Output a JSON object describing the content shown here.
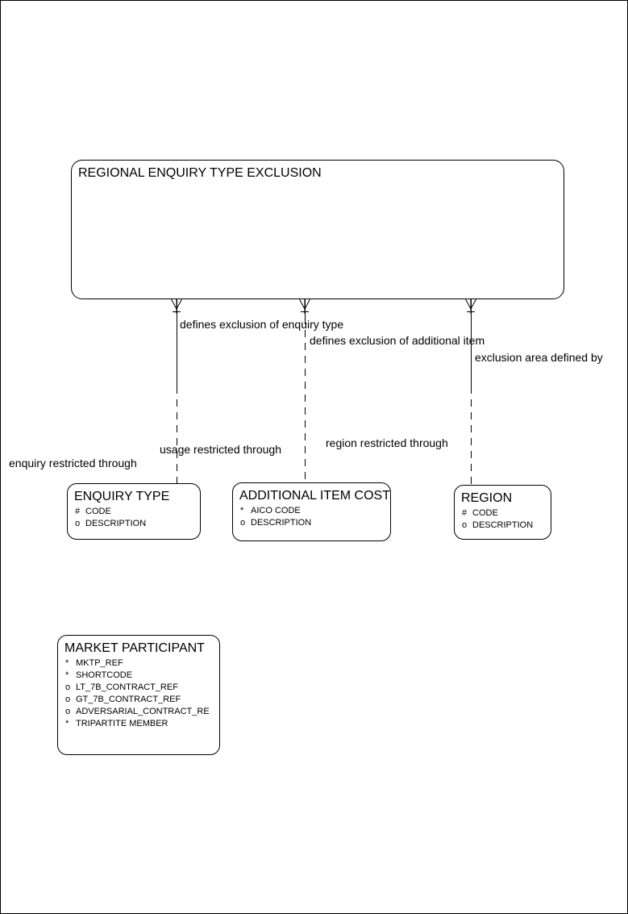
{
  "diagram_type": "entity-relationship-diagram",
  "colors": {
    "background": "#ffffff",
    "line": "#000000",
    "text": "#000000"
  },
  "main_entity": {
    "title": "REGIONAL ENQUIRY TYPE EXCLUSION"
  },
  "relationships": [
    {
      "from": "REGIONAL ENQUIRY TYPE EXCLUSION",
      "to": "ENQUIRY TYPE",
      "near_label": "defines exclusion of enquiry type",
      "far_label": "enquiry restricted through",
      "many_end_marker": "crow-foot-with-bar",
      "line_style": "solid-then-dashed"
    },
    {
      "from": "REGIONAL ENQUIRY TYPE EXCLUSION",
      "to": "ADDITIONAL ITEM COST",
      "near_label": "defines exclusion of additional item",
      "far_label": "usage restricted through",
      "many_end_marker": "crow-foot-with-bar",
      "line_style": "dashed"
    },
    {
      "from": "REGIONAL ENQUIRY TYPE EXCLUSION",
      "to": "REGION",
      "near_label": "exclusion area defined by",
      "far_label": "region restricted through",
      "many_end_marker": "crow-foot-with-bar",
      "line_style": "solid-then-dashed"
    }
  ],
  "entities": {
    "enquiry_type": {
      "title": "ENQUIRY TYPE",
      "attributes": [
        {
          "marker": "#",
          "name": "CODE"
        },
        {
          "marker": "o",
          "name": "DESCRIPTION"
        }
      ]
    },
    "additional_item_cost": {
      "title": "ADDITIONAL ITEM COST",
      "attributes": [
        {
          "marker": "*",
          "name": "AICO CODE"
        },
        {
          "marker": "o",
          "name": "DESCRIPTION"
        }
      ]
    },
    "region": {
      "title": "REGION",
      "attributes": [
        {
          "marker": "#",
          "name": "CODE"
        },
        {
          "marker": "o",
          "name": "DESCRIPTION"
        }
      ]
    },
    "market_participant": {
      "title": "MARKET PARTICIPANT",
      "attributes": [
        {
          "marker": "*",
          "name": "MKTP_REF"
        },
        {
          "marker": "*",
          "name": "SHORTCODE"
        },
        {
          "marker": "o",
          "name": "LT_7B_CONTRACT_REF"
        },
        {
          "marker": "o",
          "name": "GT_7B_CONTRACT_REF"
        },
        {
          "marker": "o",
          "name": "ADVERSARIAL_CONTRACT_RE"
        },
        {
          "marker": "*",
          "name": "TRIPARTITE MEMBER"
        }
      ]
    }
  }
}
